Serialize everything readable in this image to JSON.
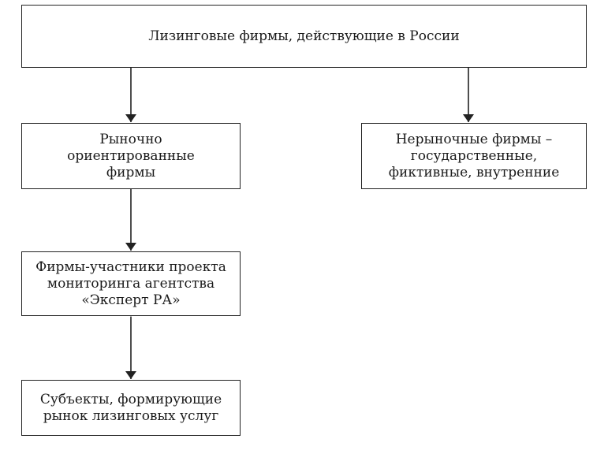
{
  "diagram": {
    "root": {
      "label": "Лизинговые фирмы, действующие в России"
    },
    "market_firms": {
      "lines": [
        "Рыночно",
        "ориентированные",
        "фирмы"
      ]
    },
    "non_market_firms": {
      "lines": [
        "Нерыночные фирмы –",
        "государственные,",
        "фиктивные, внутренние"
      ]
    },
    "expert_ra_participants": {
      "lines": [
        "Фирмы-участники проекта",
        "мониторинга агентства",
        "«Эксперт РА»"
      ]
    },
    "market_subjects": {
      "lines": [
        "Субъекты, формирующие",
        "рынок лизинговых услуг"
      ]
    },
    "colors": {
      "line": "#222222",
      "background": "#ffffff"
    }
  }
}
